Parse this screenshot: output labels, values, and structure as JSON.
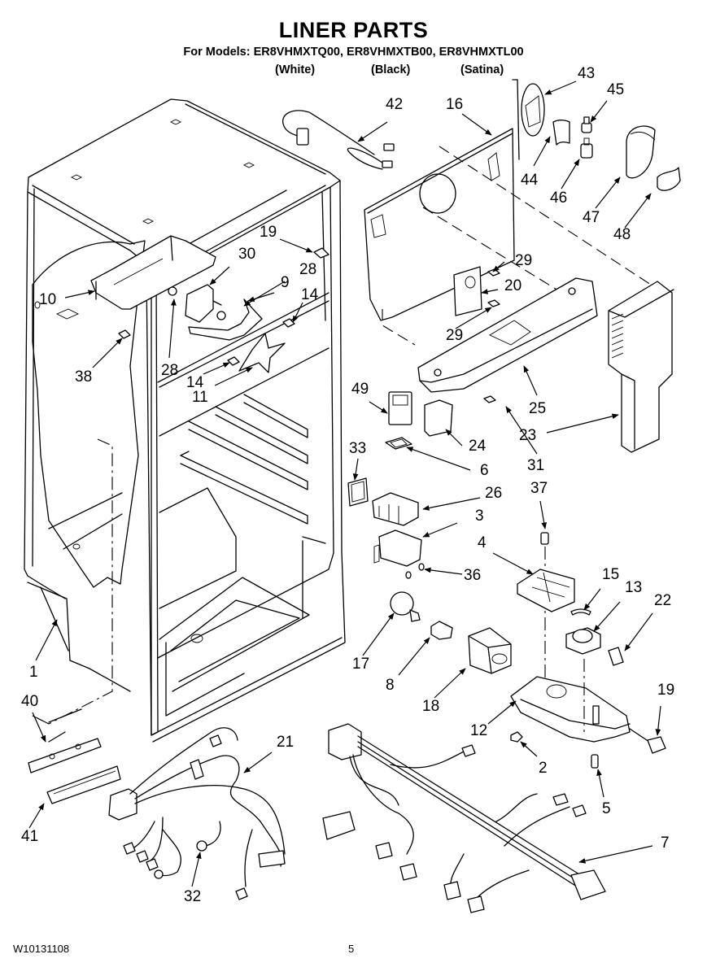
{
  "header": {
    "title": "LINER PARTS",
    "models_line": "For Models: ER8VHMXTQ00, ER8VHMXTB00, ER8VHMXTL00",
    "variants": [
      "(White)",
      "(Black)",
      "(Satina)"
    ]
  },
  "footer": {
    "document_code": "W10131108",
    "page_number": "5"
  },
  "diagram": {
    "callouts": [
      "1",
      "2",
      "3",
      "4",
      "5",
      "6",
      "7",
      "8",
      "9",
      "10",
      "11",
      "12",
      "13",
      "14",
      "14",
      "15",
      "16",
      "17",
      "18",
      "19",
      "19",
      "20",
      "21",
      "22",
      "23",
      "24",
      "25",
      "26",
      "28",
      "28",
      "29",
      "29",
      "30",
      "31",
      "32",
      "33",
      "36",
      "37",
      "38",
      "40",
      "41",
      "42",
      "43",
      "44",
      "45",
      "46",
      "47",
      "48",
      "49"
    ],
    "parts": [
      {
        "id": "1",
        "name": "liner"
      },
      {
        "id": "2",
        "name": "screw"
      },
      {
        "id": "3",
        "name": "light-socket-housing"
      },
      {
        "id": "4",
        "name": "control-board"
      },
      {
        "id": "5",
        "name": "screw"
      },
      {
        "id": "6",
        "name": "gasket"
      },
      {
        "id": "7",
        "name": "wire-harness"
      },
      {
        "id": "8",
        "name": "light-socket"
      },
      {
        "id": "9",
        "name": "fan-bracket"
      },
      {
        "id": "10",
        "name": "bracket"
      },
      {
        "id": "11",
        "name": "fan-blade"
      },
      {
        "id": "12",
        "name": "control-housing"
      },
      {
        "id": "13",
        "name": "thermistor-damper"
      },
      {
        "id": "14",
        "name": "screw"
      },
      {
        "id": "15",
        "name": "clip"
      },
      {
        "id": "16",
        "name": "evaporator-cover"
      },
      {
        "id": "17",
        "name": "light-bulb"
      },
      {
        "id": "18",
        "name": "light-shield"
      },
      {
        "id": "19",
        "name": "clip"
      },
      {
        "id": "20",
        "name": "grommet-plate"
      },
      {
        "id": "21",
        "name": "wire-harness"
      },
      {
        "id": "22",
        "name": "connector"
      },
      {
        "id": "23",
        "name": "control-duct"
      },
      {
        "id": "24",
        "name": "switch"
      },
      {
        "id": "25",
        "name": "air-duct-cover"
      },
      {
        "id": "26",
        "name": "switch-housing"
      },
      {
        "id": "28",
        "name": "grommet"
      },
      {
        "id": "29",
        "name": "screw"
      },
      {
        "id": "30",
        "name": "fan-motor"
      },
      {
        "id": "31",
        "name": "screw"
      },
      {
        "id": "32",
        "name": "thermistor"
      },
      {
        "id": "33",
        "name": "gasket"
      },
      {
        "id": "36",
        "name": "screw"
      },
      {
        "id": "37",
        "name": "screw"
      },
      {
        "id": "38",
        "name": "screw"
      },
      {
        "id": "40",
        "name": "trim"
      },
      {
        "id": "41",
        "name": "trim-lens"
      },
      {
        "id": "42",
        "name": "wire-harness"
      },
      {
        "id": "43",
        "name": "led-housing"
      },
      {
        "id": "44",
        "name": "label"
      },
      {
        "id": "45",
        "name": "led-bulb"
      },
      {
        "id": "46",
        "name": "socket"
      },
      {
        "id": "47",
        "name": "lens"
      },
      {
        "id": "48",
        "name": "cover"
      },
      {
        "id": "49",
        "name": "switch"
      }
    ]
  }
}
